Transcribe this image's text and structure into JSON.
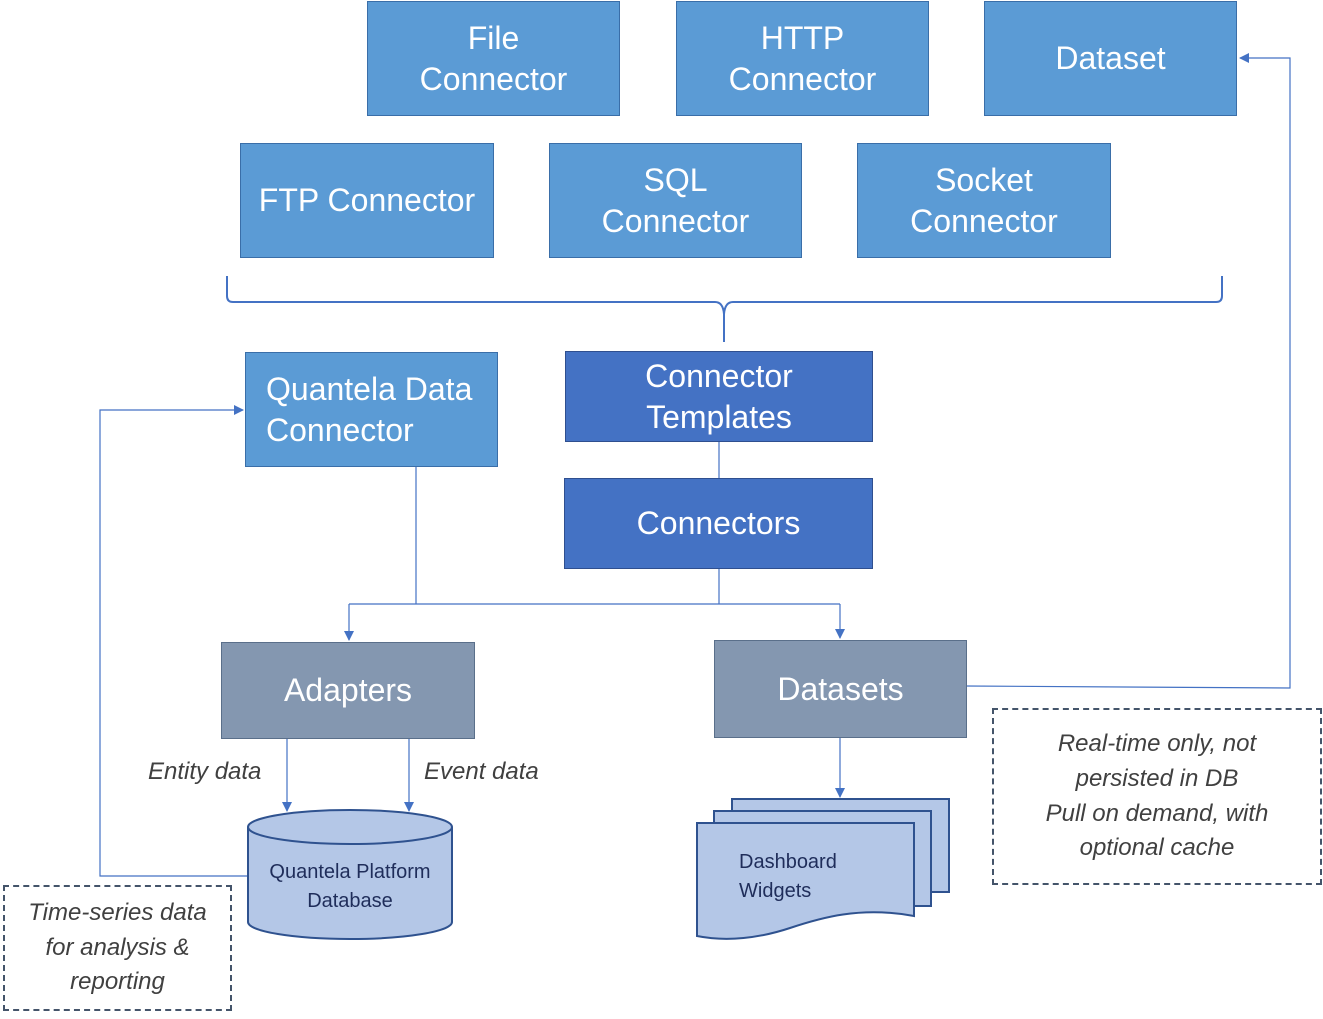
{
  "connectors_top": [
    {
      "label": "File\nConnector"
    },
    {
      "label": "HTTP\nConnector"
    },
    {
      "label": "Dataset"
    }
  ],
  "connectors_mid": [
    {
      "label": "FTP Connector"
    },
    {
      "label": "SQL\nConnector"
    },
    {
      "label": "Socket\nConnector"
    }
  ],
  "quantela_data_connector": "Quantela Data\nConnector",
  "connector_templates": "Connector\nTemplates",
  "connectors": "Connectors",
  "adapters": "Adapters",
  "datasets": "Datasets",
  "entity_data": "Entity data",
  "event_data": "Event data",
  "platform_database": "Quantela Platform\nDatabase",
  "dashboard_widgets": "Dashboard\nWidgets",
  "note_timeseries": "Time-series data\nfor analysis &\nreporting",
  "note_realtime": "Real-time only, not\npersisted in DB\nPull on demand, with\noptional cache",
  "colors": {
    "light_box": "#5b9bd5",
    "dark_box": "#4472c4",
    "grey_box": "#8497b0",
    "shape_fill": "#b4c7e7",
    "line": "#4472c4"
  }
}
